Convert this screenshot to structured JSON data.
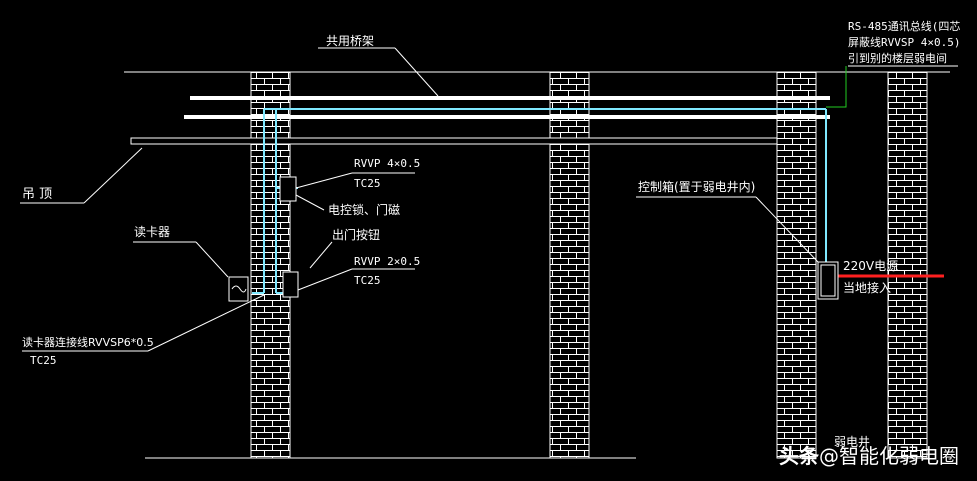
{
  "labels": {
    "tray": "共用桥架",
    "rs485_line1": "RS-485通讯总线(四芯",
    "rs485_line2": "屏蔽线RVVSP 4×0.5)",
    "rs485_line3": "引到别的楼层弱电间",
    "ceiling": "吊  顶",
    "cable1_spec": "RVVP 4×0.5",
    "cable1_conduit": "TC25",
    "lock": "电控锁、门磁",
    "exit_button": "出门按钮",
    "cable2_spec": "RVVP 2×0.5",
    "cable2_conduit": "TC25",
    "card_reader": "读卡器",
    "reader_cable": "读卡器连接线RVVSP6*0.5",
    "reader_conduit": "TC25",
    "control_box": "控制箱(置于弱电井内)",
    "power1": "220V电源",
    "power2": "当地接入",
    "shaft": "弱电井"
  },
  "watermark": {
    "brand": "头条",
    "handle": "@智能化弱电圈"
  },
  "colors": {
    "background": "#000000",
    "lines": "#ffffff",
    "cable": "#7fe8ff",
    "bus": "#22cc22",
    "power": "#ff2020"
  }
}
